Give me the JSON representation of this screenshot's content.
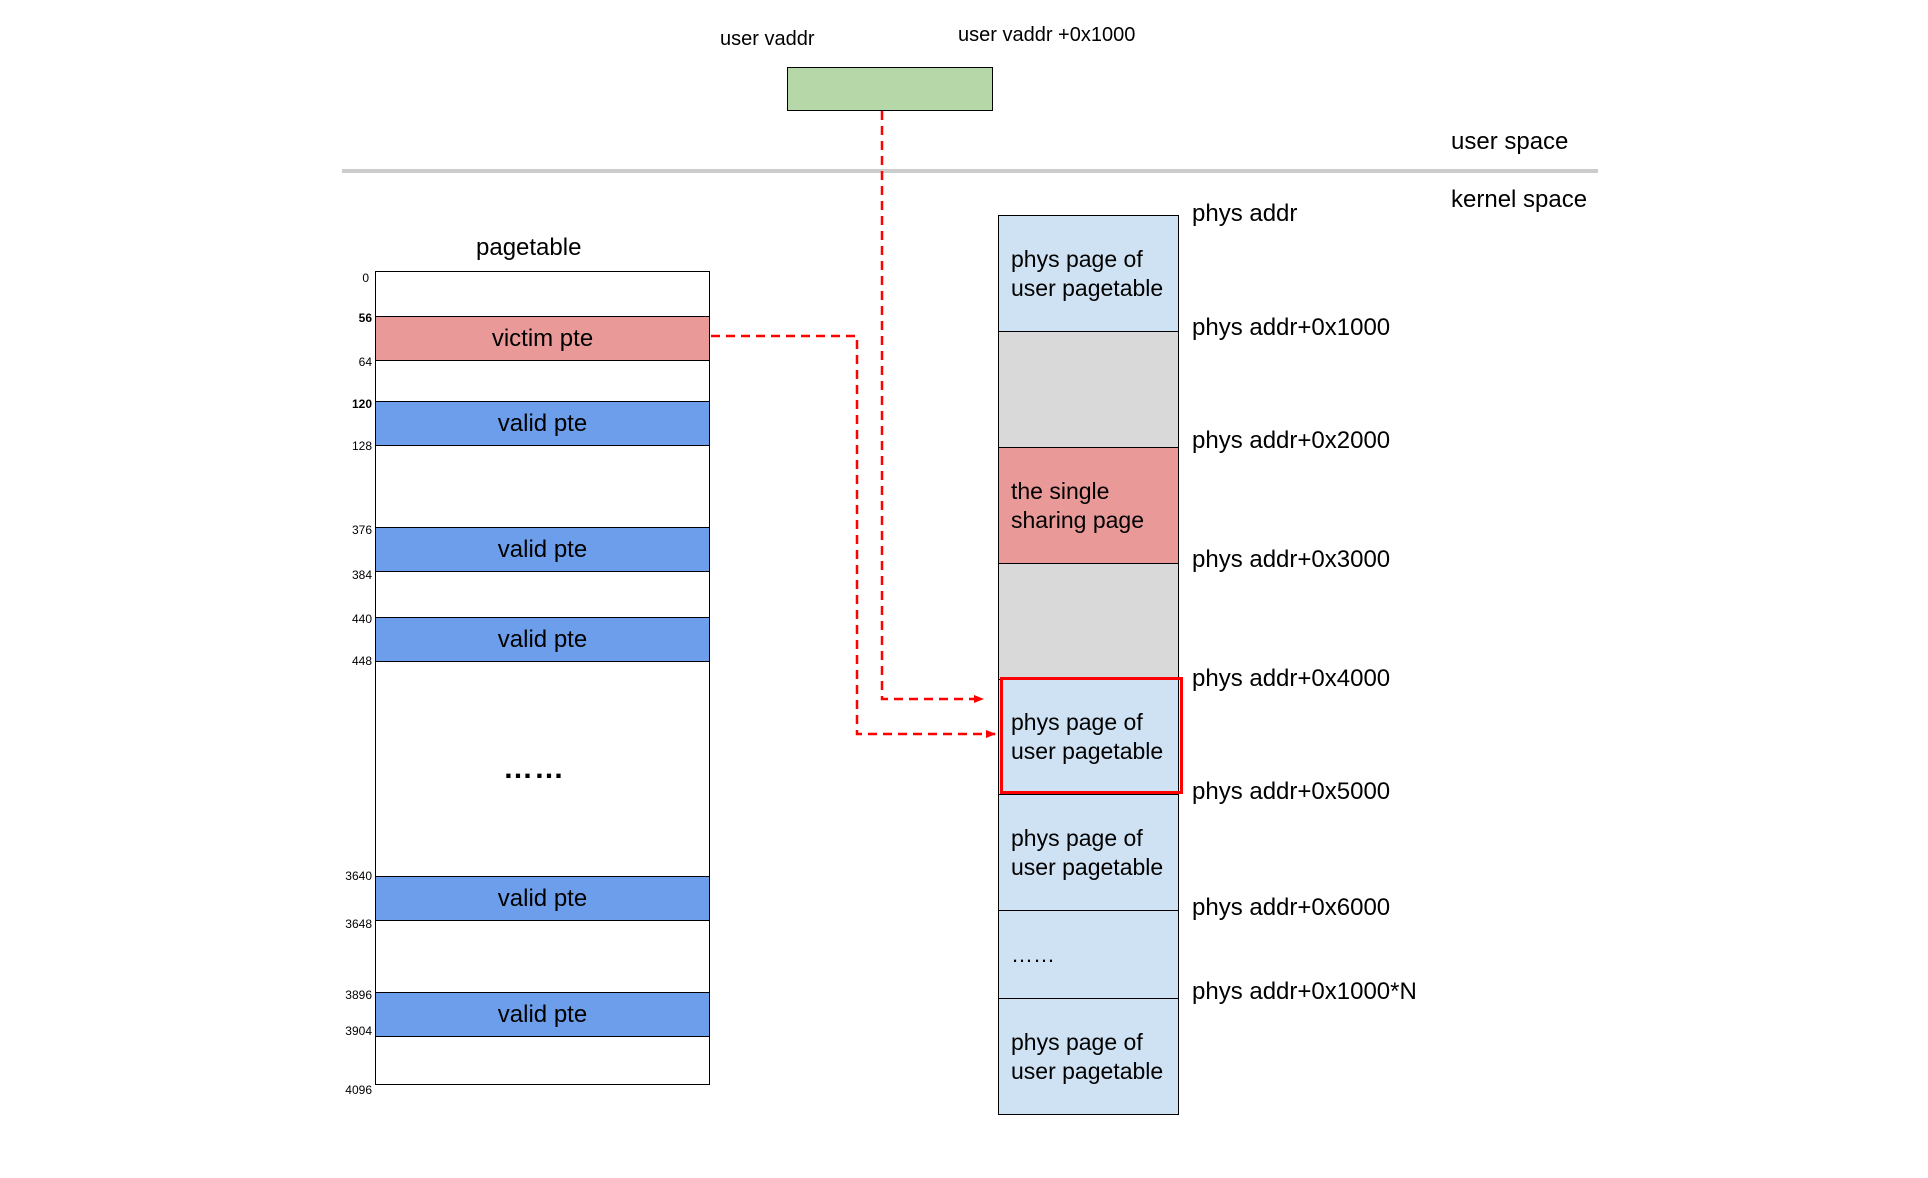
{
  "top": {
    "user_vaddr": "user vaddr",
    "user_vaddr_end": "user vaddr +0x1000",
    "user_space": "user space",
    "kernel_space": "kernel space",
    "vaddr_box_color": "#b6d7a8"
  },
  "pagetable": {
    "title": "pagetable",
    "offsets": [
      "0",
      "56",
      "64",
      "120",
      "128",
      "376",
      "384",
      "440",
      "448",
      "3640",
      "3648",
      "3896",
      "3904",
      "4096"
    ],
    "entries": [
      {
        "label": "victim pte",
        "kind": "victim"
      },
      {
        "label": "valid pte",
        "kind": "valid"
      },
      {
        "label": "valid pte",
        "kind": "valid"
      },
      {
        "label": "valid pte",
        "kind": "valid"
      },
      {
        "label": "valid pte",
        "kind": "valid"
      },
      {
        "label": "valid pte",
        "kind": "valid"
      }
    ],
    "ellipsis": "……"
  },
  "physmem": {
    "cells": [
      {
        "text": "phys page of\nuser pagetable",
        "color": "#cfe2f3"
      },
      {
        "text": "",
        "color": "#d9d9d9"
      },
      {
        "text": "the single\nsharing page",
        "color": "#ea9999"
      },
      {
        "text": "",
        "color": "#d9d9d9"
      },
      {
        "text": "phys page of\nuser pagetable",
        "color": "#cfe2f3",
        "highlighted": true
      },
      {
        "text": "phys page of\nuser pagetable",
        "color": "#cfe2f3"
      },
      {
        "text": "……",
        "color": "#cfe2f3"
      },
      {
        "text": "phys page of\nuser pagetable",
        "color": "#cfe2f3"
      }
    ],
    "addresses": [
      "phys addr",
      "phys addr+0x1000",
      "phys addr+0x2000",
      "phys addr+0x3000",
      "phys addr+0x4000",
      "phys addr+0x5000",
      "phys addr+0x6000",
      "phys addr+0x1000*N"
    ]
  },
  "colors": {
    "valid": "#6d9eeb",
    "victim": "#ea9999",
    "arrow": "#ff0000",
    "highlight": "#ff0000",
    "divider": "#cccccc"
  }
}
